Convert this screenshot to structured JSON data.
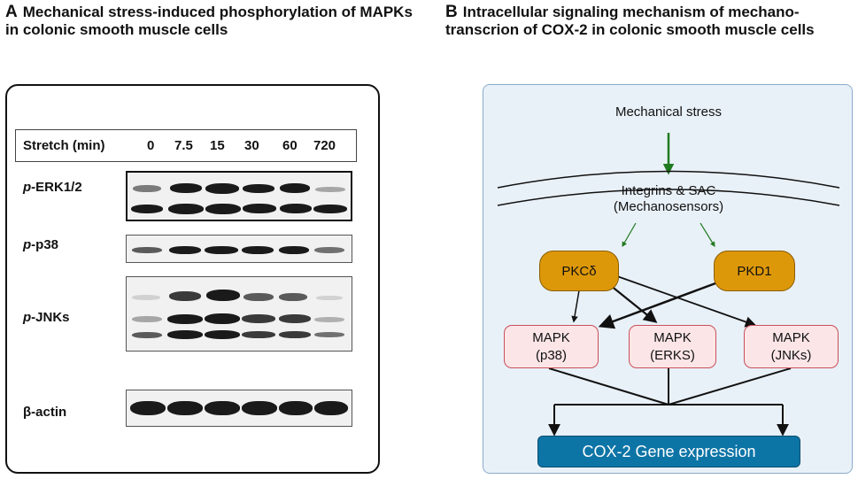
{
  "panel_a": {
    "letter": "A",
    "title": "Mechanical stress-induced phosphorylation of MAPKs in colonic smooth muscle cells",
    "header_label": "Stretch (min)",
    "timepoints": [
      "0",
      "7.5",
      "15",
      "30",
      "60",
      "720"
    ],
    "rows": {
      "erk": {
        "prefix": "p",
        "name": "-ERK1/2"
      },
      "p38": {
        "prefix": "p",
        "name": "-p38"
      },
      "jnk": {
        "prefix": "p",
        "name": "-JNKs"
      },
      "actin": {
        "name": "β-actin"
      }
    }
  },
  "panel_b": {
    "letter": "B",
    "title": "Intracellular signaling mechanism of mechano-transcrion of COX-2 in colonic smooth muscle cells",
    "stimulus": "Mechanical stress",
    "sensor_line1": "Integrins & SAC",
    "sensor_line2": "(Mechanosensors)",
    "pkc": "PKCδ",
    "pkd": "PKD1",
    "mapk_p38": {
      "line1": "MAPK",
      "line2": "(p38)"
    },
    "mapk_erk": {
      "line1": "MAPK",
      "line2": "(ERKS)"
    },
    "mapk_jnk": {
      "line1": "MAPK",
      "line2": "(JNKs)"
    },
    "output": "COX-2 Gene expression"
  },
  "colors": {
    "stress_arrow": "#1f7a1f",
    "pk_fill": "#dd980a",
    "mapk_fill": "#fbe5e7",
    "mapk_border": "#c9505a",
    "cox_fill": "#0d74a6",
    "diagram_bg": "#e9f1f8"
  }
}
